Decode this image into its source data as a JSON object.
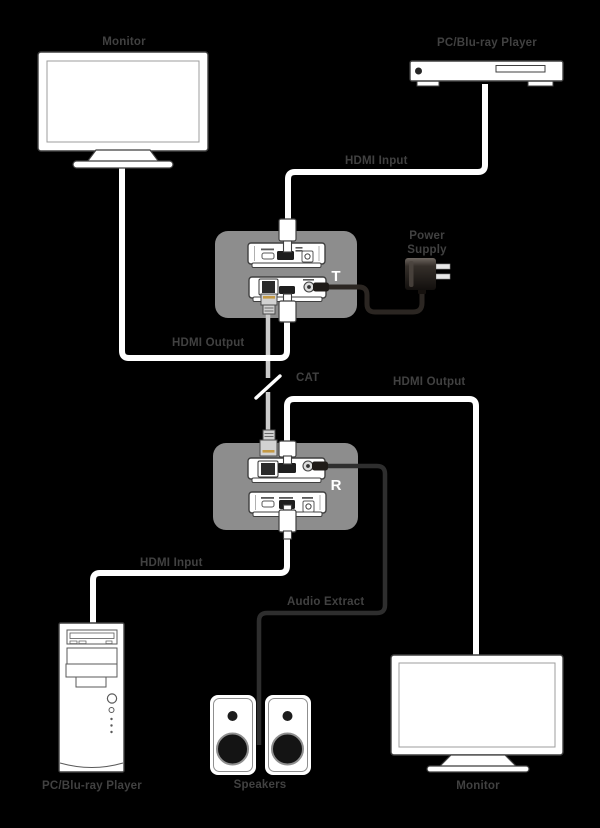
{
  "diagram": {
    "type": "hdmi-extender-connection-diagram",
    "background": "#000000",
    "devices": {
      "monitor_top": {
        "label": "Monitor"
      },
      "player_top": {
        "label": "PC/Blu-ray Player"
      },
      "transmitter": {
        "badge": "T",
        "ports": [
          "mini-usb-service",
          "hdmi",
          "optical-spdif",
          "rj45-cat",
          "dc-power-jack"
        ]
      },
      "power_supply": {
        "label_line1": "Power",
        "label_line2": "Supply"
      },
      "receiver": {
        "badge": "R",
        "ports": [
          "rj45-cat",
          "hdmi",
          "audio-jack",
          "mini-usb-service",
          "optical-spdif"
        ]
      },
      "player_bottom": {
        "label": "PC/Blu-ray Player"
      },
      "speakers": {
        "label": "Speakers"
      },
      "monitor_bottom": {
        "label": "Monitor"
      }
    },
    "connections": {
      "hdmi_input_top": {
        "label": "HDMI Input",
        "cable": "white-hdmi"
      },
      "hdmi_output_left": {
        "label": "HDMI Output",
        "cable": "white-hdmi"
      },
      "cat": {
        "label": "CAT",
        "cable": "gray-cat-with-break"
      },
      "hdmi_output_right": {
        "label": "HDMI Output",
        "cable": "white-hdmi"
      },
      "hdmi_input_bottom": {
        "label": "HDMI Input",
        "cable": "white-hdmi"
      },
      "audio_extract": {
        "label": "Audio Extract",
        "cable": "black-audio"
      },
      "power": {
        "cable": "black-power"
      }
    },
    "colors": {
      "background": "#000000",
      "enclosure_gray": "#8d8d8d",
      "label_gray": "#414141",
      "badge_white": "#ffffff",
      "cable_white": "#ffffff",
      "cat_gray": "#cbcbcb",
      "power_cable_black": "#2b2622",
      "audio_cable_black": "#2e2e2e",
      "device_fill": "#ffffff",
      "device_outline": "#3f3f3f"
    }
  }
}
